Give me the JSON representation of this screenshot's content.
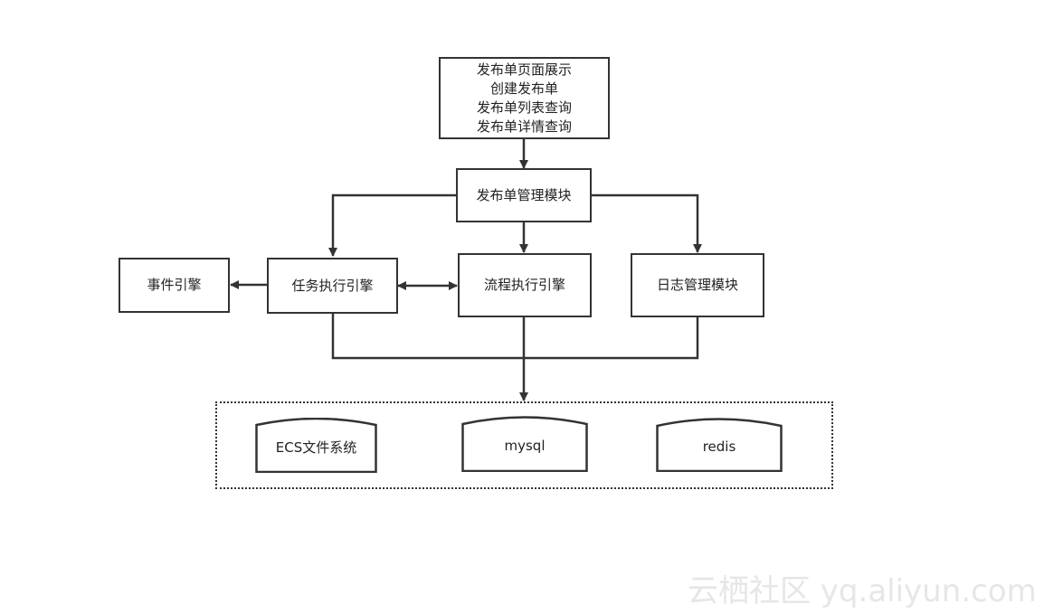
{
  "diagram": {
    "top_box": {
      "lines": [
        "发布单页面展示",
        "创建发布单",
        "发布单列表查询",
        "发布单详情查询"
      ]
    },
    "release_module": "发布单管理模块",
    "event_engine": "事件引擎",
    "task_engine": "任务执行引擎",
    "flow_engine": "流程执行引擎",
    "log_module": "日志管理模块",
    "storage": {
      "ecs": "ECS文件系统",
      "mysql": "mysql",
      "redis": "redis"
    }
  },
  "watermark": "云栖社区 yq.aliyun.com"
}
